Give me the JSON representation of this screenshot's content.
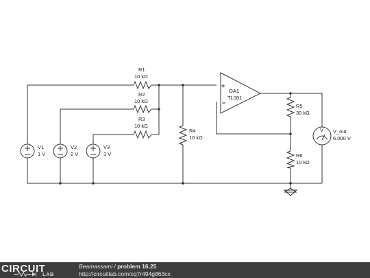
{
  "schematic": {
    "components": {
      "r1": {
        "name": "R1",
        "value": "10 kΩ"
      },
      "r2": {
        "name": "R2",
        "value": "10 kΩ"
      },
      "r3": {
        "name": "R3",
        "value": "10 kΩ"
      },
      "r4": {
        "name": "R4",
        "value": "10 kΩ"
      },
      "r5": {
        "name": "R5",
        "value": "30 kΩ"
      },
      "r6": {
        "name": "R6",
        "value": "10 kΩ"
      },
      "v1": {
        "name": "V1",
        "value": "1 V"
      },
      "v2": {
        "name": "V2",
        "value": "2 V"
      },
      "v3": {
        "name": "V3",
        "value": "3 V"
      },
      "oa1": {
        "name": "OA1",
        "model": "TL081",
        "plus": "+",
        "minus": "−"
      },
      "vout": {
        "name": "V_out",
        "value": "6.000 V",
        "symbol": "V"
      }
    }
  },
  "footer": {
    "logo_top": "CIRCUIT",
    "logo_bottom": "LAB",
    "author": "Beamassami",
    "separator": " / ",
    "title": "problem 16.25",
    "url": "http://circuitlab.com/cq7r494g863cx"
  }
}
